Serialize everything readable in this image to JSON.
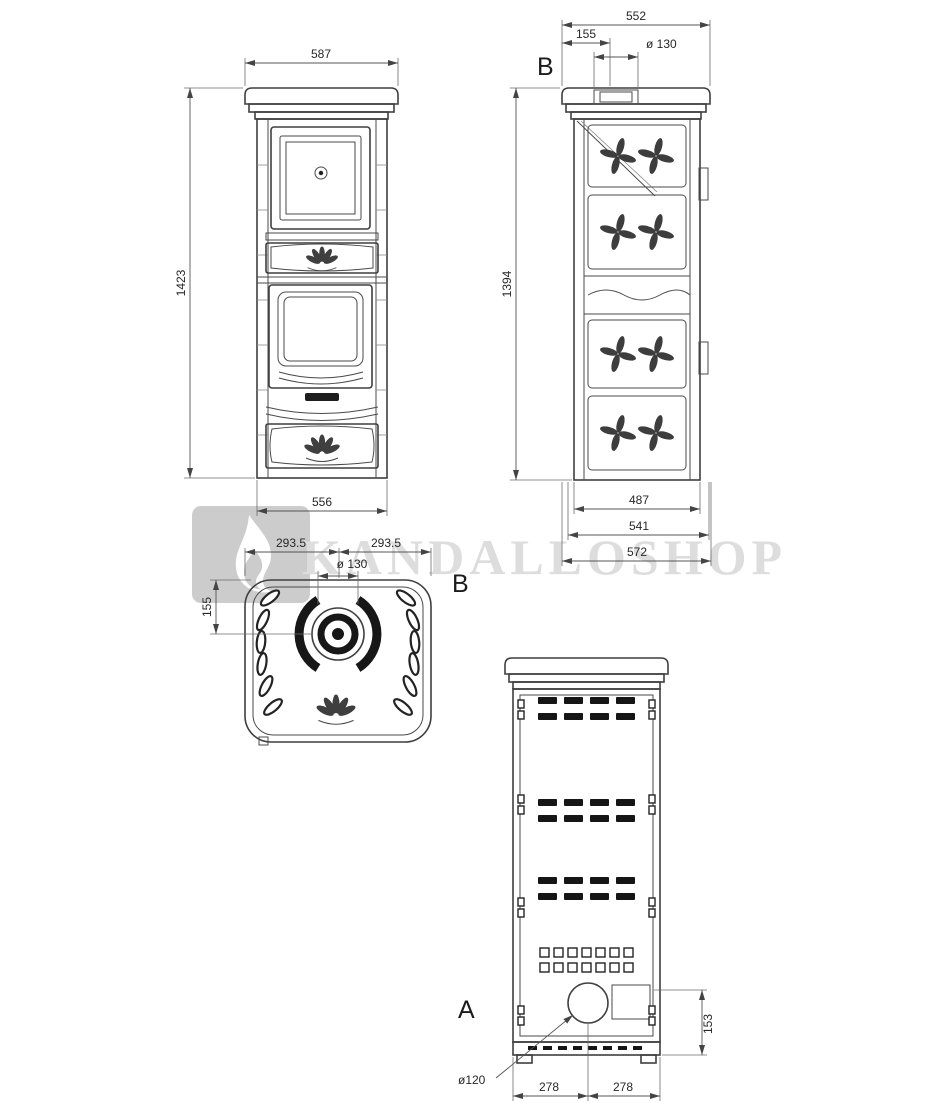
{
  "watermark": {
    "text": "KANDALLOSHOP"
  },
  "labels": {
    "section_a": "A",
    "section_b_side": "B",
    "section_b_top": "B"
  },
  "front": {
    "top_width": "587",
    "height": "1423",
    "bottom_width": "556"
  },
  "side": {
    "depth": "552",
    "flue_offset": "155",
    "flue_diameter": "ø 130",
    "height": "1394",
    "base_depth": "487",
    "mid_depth": "541",
    "max_depth": "572"
  },
  "top": {
    "half_width_left": "293.5",
    "half_width_right": "293.5",
    "flue_diameter": "ø 130",
    "flue_offset": "155"
  },
  "back": {
    "outlet_height": "153",
    "outlet_diameter": "ø120",
    "half_width_left": "278",
    "half_width_right": "278"
  }
}
